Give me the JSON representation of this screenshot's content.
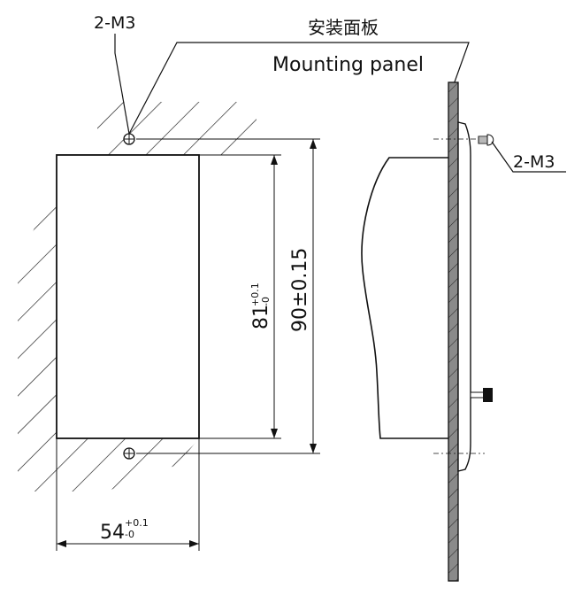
{
  "labels": {
    "screw_top_left": "2-M3",
    "panel_chinese": "安装面板",
    "panel_english": "Mounting panel",
    "screw_side": "2-M3",
    "height_hole_main": "90±0.15",
    "height_cutout_main": "81",
    "height_cutout_tol_upper": "+0.1",
    "height_cutout_tol_lower": "-0",
    "width_cutout_main": "54",
    "width_cutout_tol_upper": "+0.1",
    "width_cutout_tol_lower": "-0"
  },
  "colors": {
    "line": "#111111",
    "panel_fill": "#888888",
    "background": "#ffffff"
  }
}
